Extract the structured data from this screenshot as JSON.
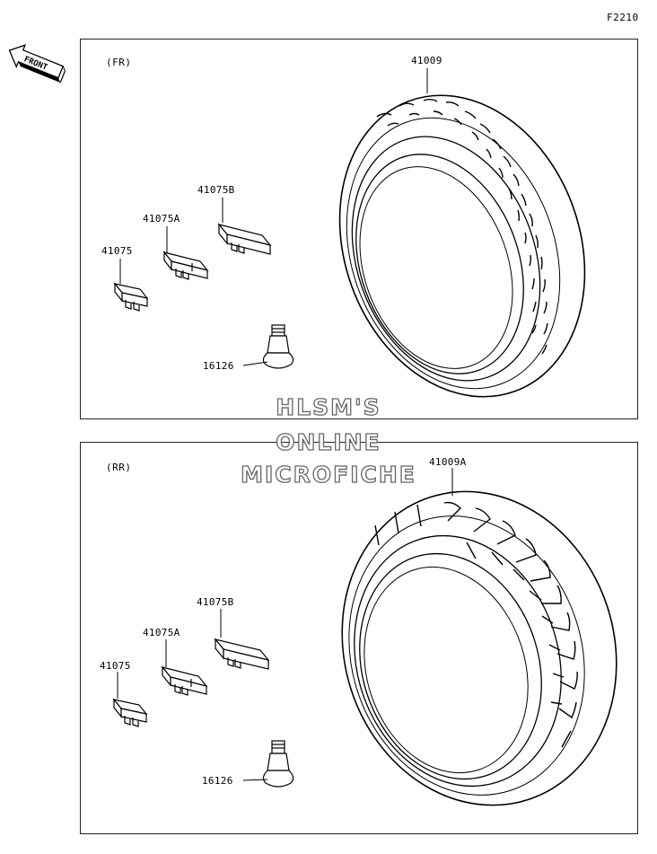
{
  "page": {
    "code": "F2210",
    "front_arrow_label": "FRONT"
  },
  "panels": {
    "front": {
      "label": "(FR)",
      "tire_part": "41009",
      "weight_parts": [
        "41075",
        "41075A",
        "41075B"
      ],
      "valve_part": "16126"
    },
    "rear": {
      "label": "(RR)",
      "tire_part": "41009A",
      "weight_parts": [
        "41075",
        "41075A",
        "41075B"
      ],
      "valve_part": "16126"
    }
  },
  "watermark": {
    "line1": "HLSM'S",
    "line2": "ONLINE",
    "line3": "MICROFICHE"
  },
  "colors": {
    "line": "#000000",
    "watermark_outline": "#666666"
  }
}
